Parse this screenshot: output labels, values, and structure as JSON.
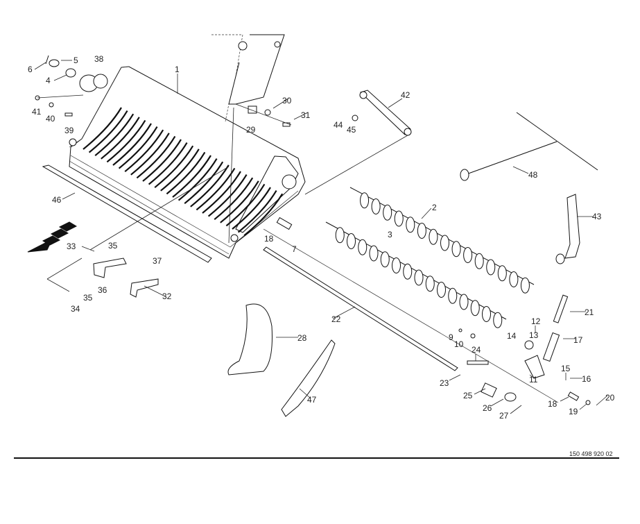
{
  "diagram": {
    "part_number": "150 498 920 02",
    "callouts": [
      "1",
      "38",
      "5",
      "6",
      "4",
      "41",
      "40",
      "39",
      "30",
      "31",
      "29",
      "42",
      "44",
      "45",
      "48",
      "2",
      "43",
      "46",
      "18",
      "7",
      "3",
      "33",
      "35",
      "37",
      "36",
      "35",
      "34",
      "32",
      "21",
      "22",
      "12",
      "13",
      "14",
      "17",
      "9",
      "10",
      "28",
      "24",
      "15",
      "16",
      "11",
      "23",
      "25",
      "20",
      "26",
      "18",
      "19",
      "27",
      "47"
    ]
  }
}
